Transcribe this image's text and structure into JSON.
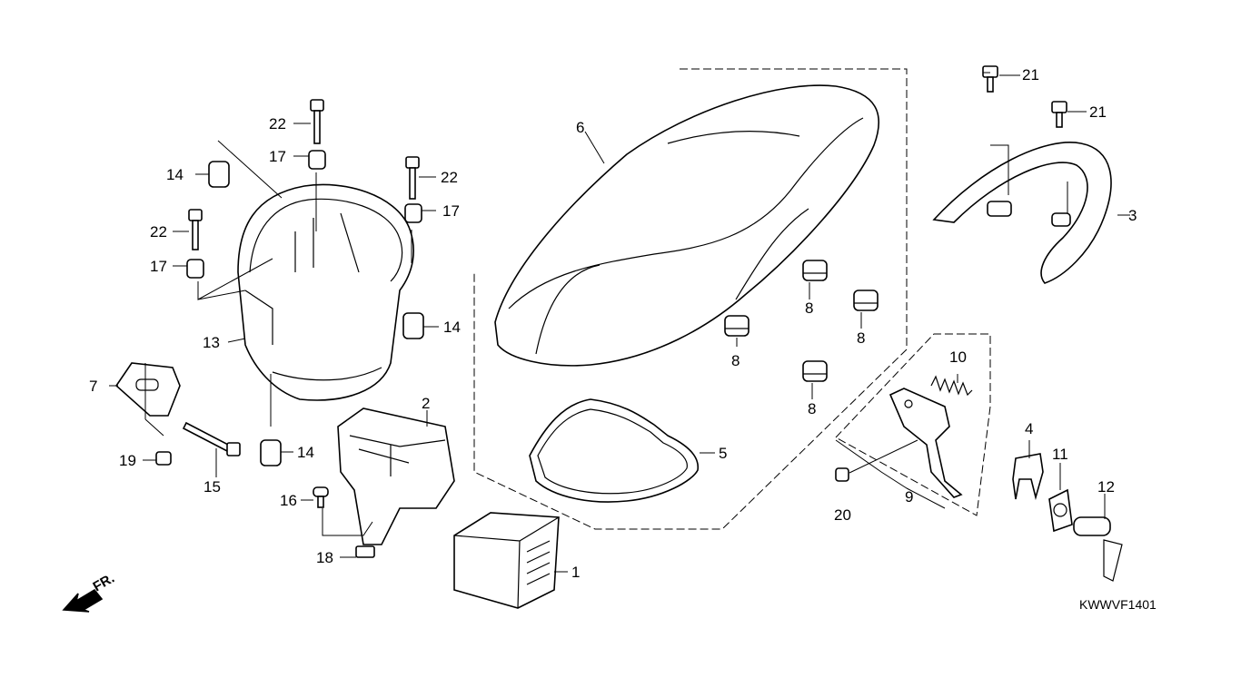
{
  "diagram": {
    "drawing_code": "KWWVF1401",
    "front_marker": "FR.",
    "callouts": {
      "c1": "1",
      "c2": "2",
      "c3": "3",
      "c4": "4",
      "c5": "5",
      "c6": "6",
      "c7": "7",
      "c8a": "8",
      "c8b": "8",
      "c8c": "8",
      "c8d": "8",
      "c9": "9",
      "c10": "10",
      "c11": "11",
      "c12": "12",
      "c13": "13",
      "c14a": "14",
      "c14b": "14",
      "c14c": "14",
      "c15": "15",
      "c16": "16",
      "c17a": "17",
      "c17b": "17",
      "c17c": "17",
      "c18": "18",
      "c19": "19",
      "c20": "20",
      "c21a": "21",
      "c21b": "21",
      "c22a": "22",
      "c22b": "22",
      "c22c": "22"
    }
  }
}
